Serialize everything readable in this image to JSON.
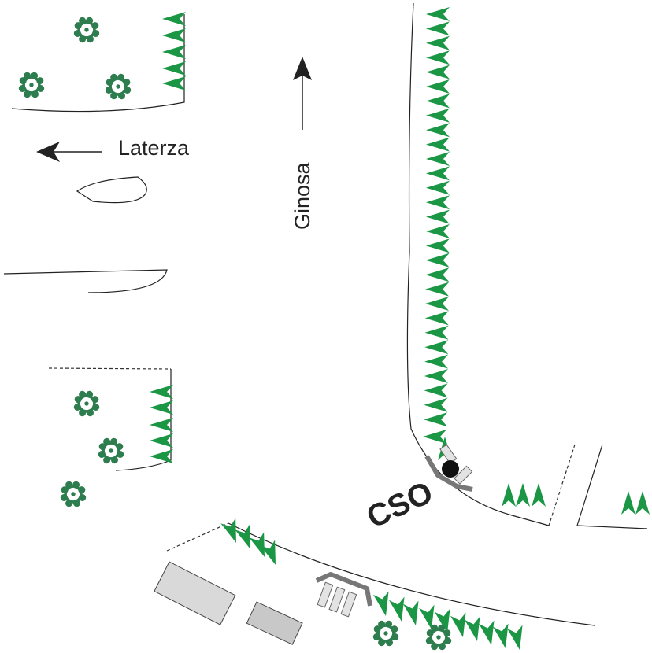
{
  "map": {
    "labels": {
      "laterza": "Laterza",
      "ginosa": "Ginosa",
      "cso": "CSO"
    },
    "directions": {
      "laterza": "west",
      "ginosa": "north"
    },
    "icons": {
      "tree": "conifer-tree-icon",
      "shrub": "shrub-cluster-icon",
      "arrow": "direction-arrow-icon",
      "bench": "bench-icon",
      "cso_marker": "cso-point-marker"
    },
    "colors": {
      "tree": "#1a9645",
      "shrub": "#2e7d4f",
      "road": "#222222",
      "building": "#d9d9d9",
      "bench": "#777777",
      "marker": "#111111",
      "background": "#ffffff"
    }
  }
}
